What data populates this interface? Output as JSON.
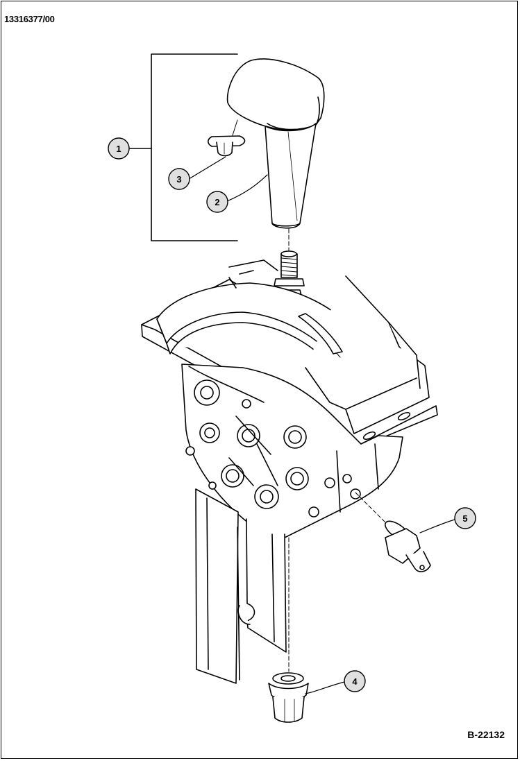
{
  "document_number": "13316377/00",
  "figure_number": "B-22132",
  "callouts": [
    {
      "id": "callout-1",
      "label": "1"
    },
    {
      "id": "callout-2",
      "label": "2"
    },
    {
      "id": "callout-3",
      "label": "3"
    },
    {
      "id": "callout-4",
      "label": "4"
    },
    {
      "id": "callout-5",
      "label": "5"
    }
  ],
  "colors": {
    "line": "#000000",
    "callout_fill": "#e0e0e0",
    "background": "#ffffff"
  }
}
